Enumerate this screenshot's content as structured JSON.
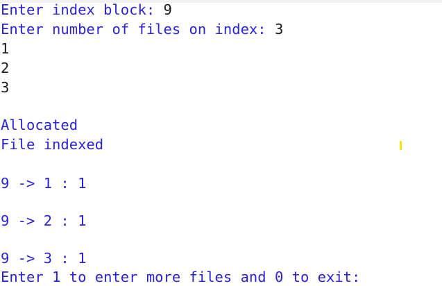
{
  "console": {
    "lines": {
      "l1": {
        "prompt": "Enter index block: ",
        "input": "9"
      },
      "l2": {
        "prompt": "Enter number of files on index: ",
        "input": "3"
      },
      "l3": {
        "input": "1"
      },
      "l4": {
        "input": "2"
      },
      "l5": {
        "input": "3"
      },
      "l6": {
        "text": "Allocated"
      },
      "l7": {
        "text": "File indexed"
      },
      "l8": {
        "text": "9 -> 1 : 1"
      },
      "l9": {
        "text": "9 -> 2 : 1"
      },
      "l10": {
        "text": "9 -> 3 : 1"
      },
      "l11": {
        "text": "Enter 1 to enter more files and 0 to exit:"
      }
    },
    "colors": {
      "output_text": "#2b22d4",
      "user_input": "#1a1a1a",
      "cursor": "#f1e600",
      "background": "#ffffff"
    }
  }
}
